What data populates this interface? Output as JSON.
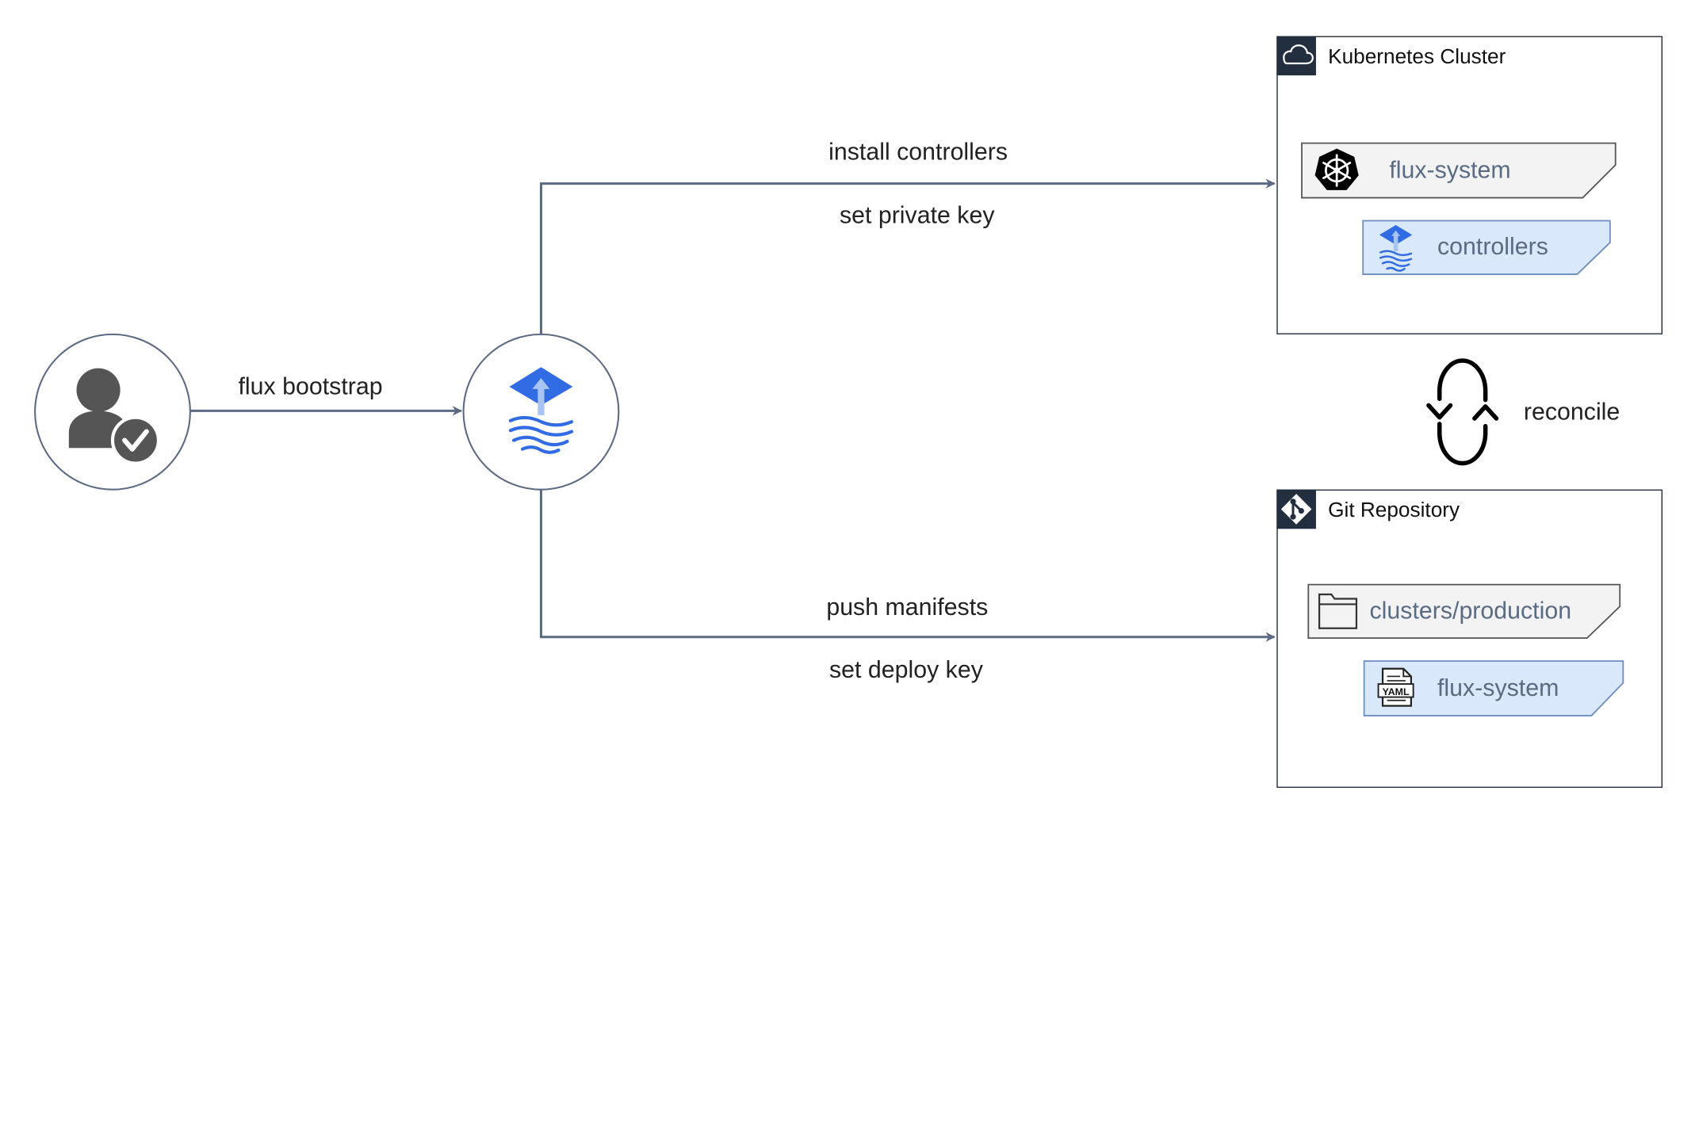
{
  "colors": {
    "edge": "#5c6a82",
    "flux_blue": "#326ce5",
    "flux_light": "#a8c4f2",
    "user_gray": "#555555",
    "container_header": "#232f3e",
    "gray_tag_fill": "#f3f3f3",
    "blue_tag_fill": "#dae8fc",
    "blue_tag_stroke": "#6c8ebf"
  },
  "edges": {
    "bootstrap": {
      "label": "flux bootstrap"
    },
    "cluster": {
      "label_above": "install controllers",
      "label_below": "set private key"
    },
    "repo": {
      "label_above": "push manifests",
      "label_below": "set deploy key"
    },
    "reconcile": {
      "label": "reconcile"
    }
  },
  "nodes": {
    "user": {
      "icon": "user-check-icon"
    },
    "flux_cli": {
      "icon": "flux-logo-icon"
    }
  },
  "cluster": {
    "title": "Kubernetes Cluster",
    "icon": "cloud-icon",
    "items": [
      {
        "label": "flux-system",
        "icon": "kubernetes-helm-icon"
      },
      {
        "label": "controllers",
        "icon": "flux-logo-icon"
      }
    ]
  },
  "repository": {
    "title": "Git Repository",
    "icon": "git-icon",
    "items": [
      {
        "label": "clusters/production",
        "icon": "folder-icon"
      },
      {
        "label": "flux-system",
        "icon": "yaml-file-icon",
        "icon_text": "YAML"
      }
    ]
  }
}
